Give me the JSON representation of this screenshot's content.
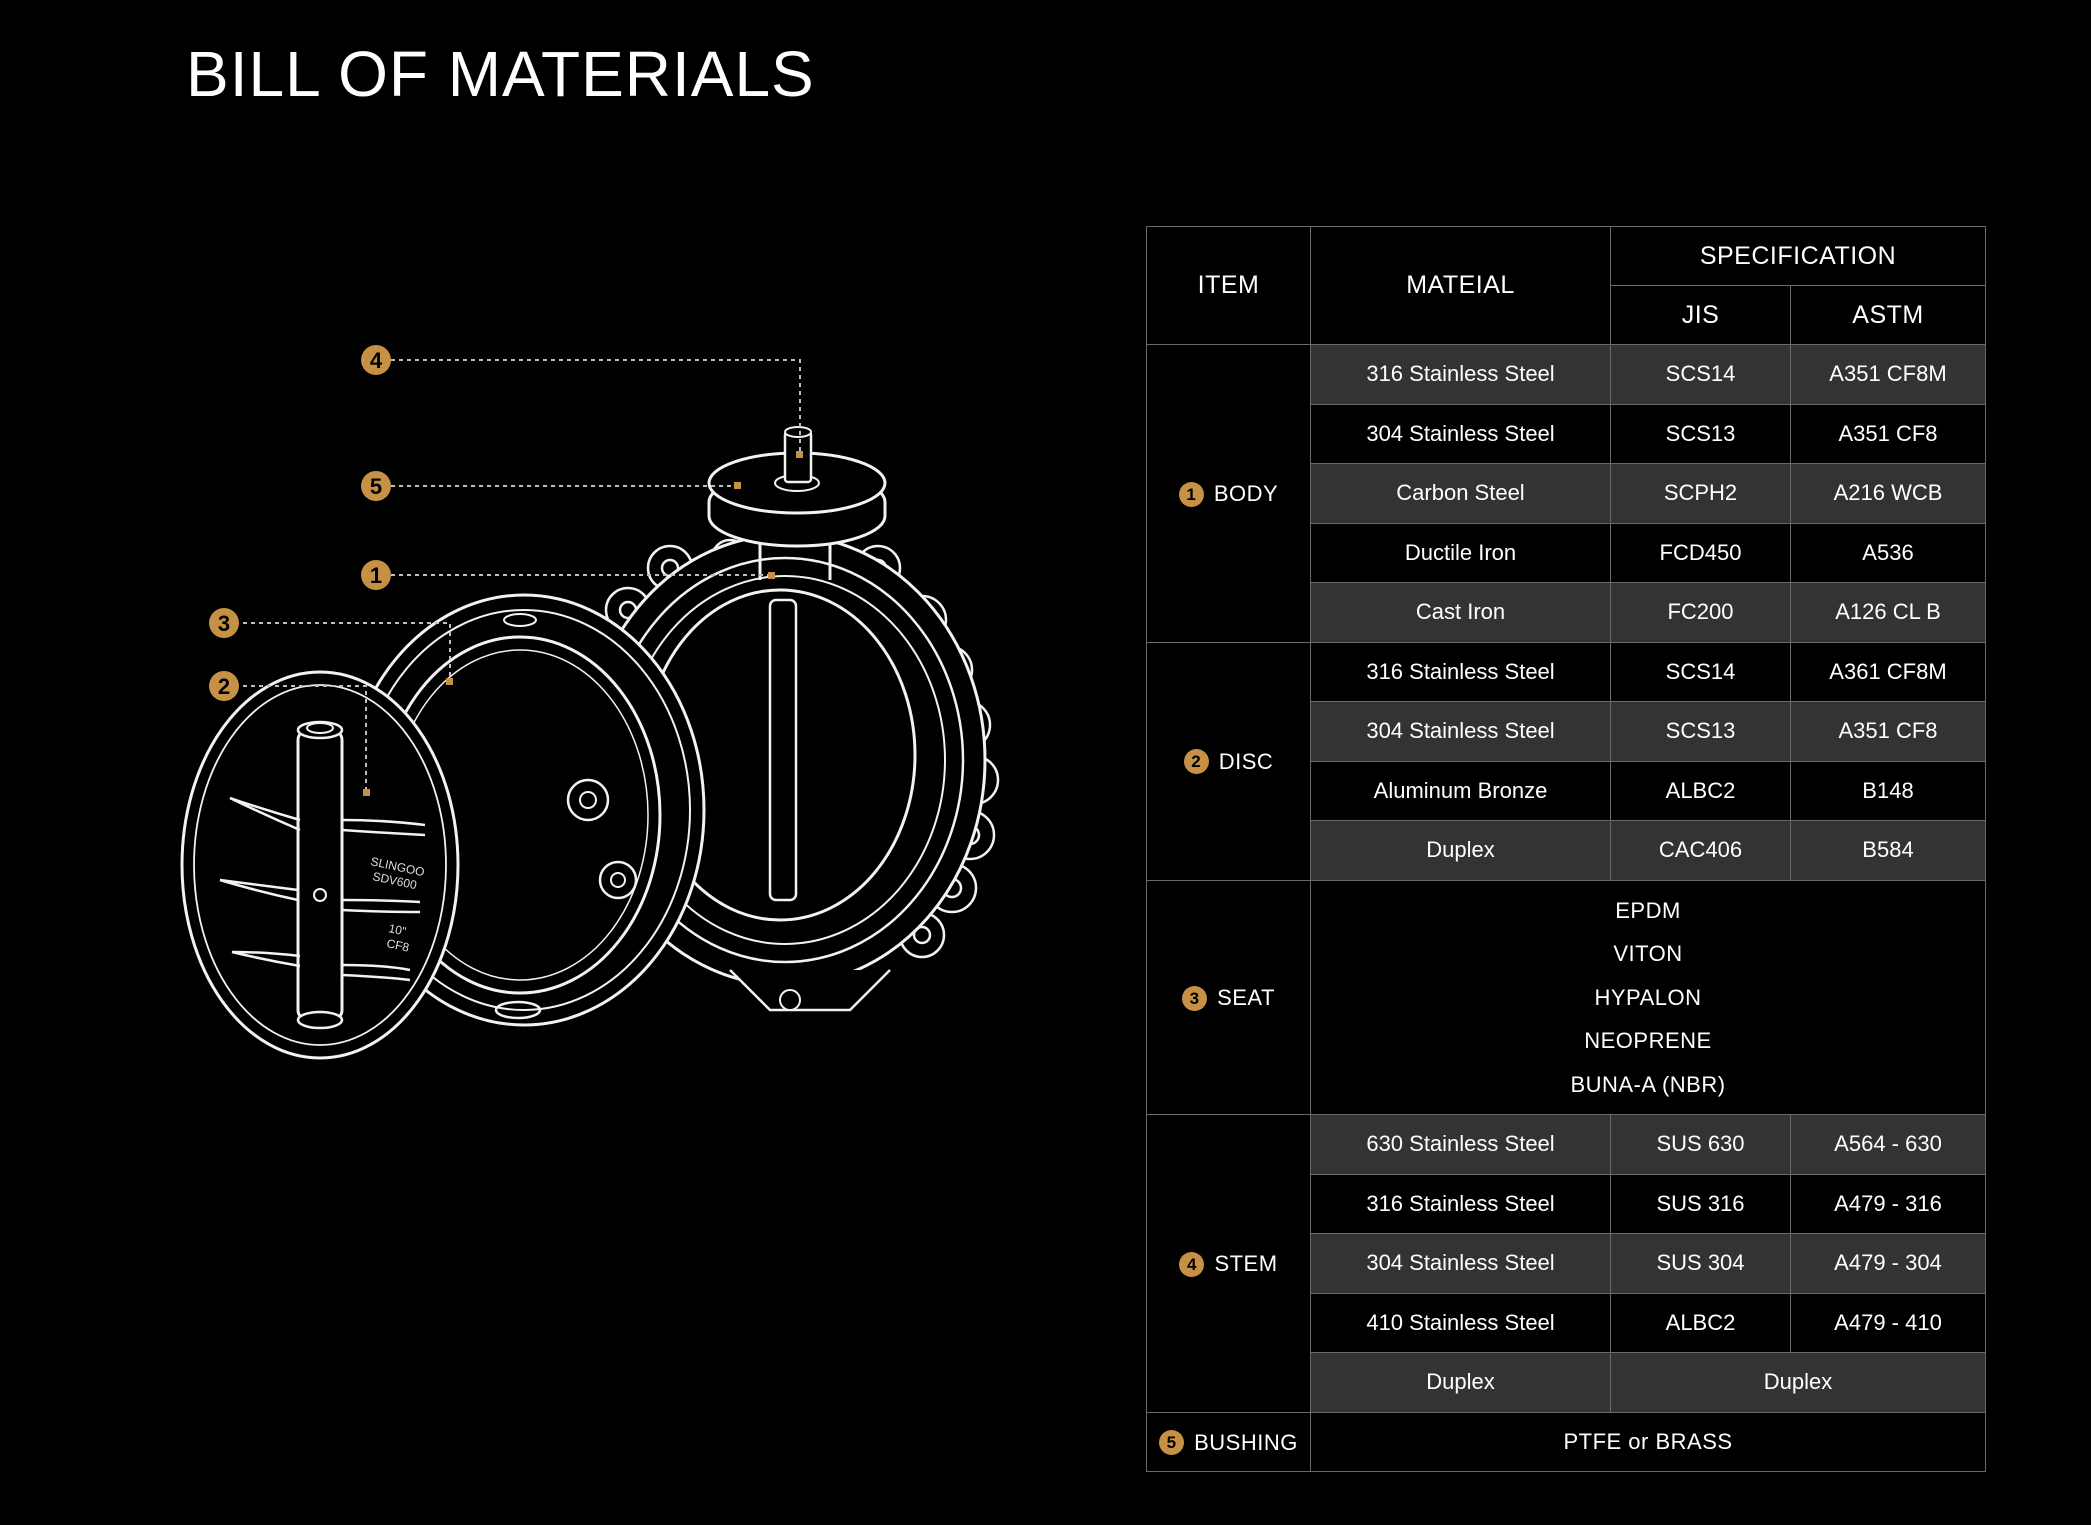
{
  "page": {
    "title": "BILL OF MATERIALS"
  },
  "colors": {
    "background": "#000000",
    "accent_gold": "#c69145",
    "row_shade": "#333333",
    "border": "#6a6a6a",
    "text": "#ffffff"
  },
  "diagram": {
    "callouts": [
      "4",
      "5",
      "1",
      "3",
      "2"
    ],
    "disc_marking_line1": "SLINGOO",
    "disc_marking_line2": "SDV600",
    "disc_marking_line3": "10\"",
    "disc_marking_line4": "CF8"
  },
  "table": {
    "headers": {
      "item": "ITEM",
      "material": "MATEIAL",
      "specification": "SPECIFICATION",
      "jis": "JIS",
      "astm": "ASTM"
    },
    "body": {
      "badge": "1",
      "label": "BODY",
      "rows": [
        {
          "material": "316 Stainless Steel",
          "jis": "SCS14",
          "astm": "A351 CF8M"
        },
        {
          "material": "304 Stainless Steel",
          "jis": "SCS13",
          "astm": "A351 CF8"
        },
        {
          "material": "Carbon Steel",
          "jis": "SCPH2",
          "astm": "A216 WCB"
        },
        {
          "material": "Ductile Iron",
          "jis": "FCD450",
          "astm": "A536"
        },
        {
          "material": "Cast Iron",
          "jis": "FC200",
          "astm": "A126 CL B"
        }
      ]
    },
    "disc": {
      "badge": "2",
      "label": "DISC",
      "rows": [
        {
          "material": "316 Stainless Steel",
          "jis": "SCS14",
          "astm": "A361 CF8M"
        },
        {
          "material": "304 Stainless Steel",
          "jis": "SCS13",
          "astm": "A351 CF8"
        },
        {
          "material": "Aluminum Bronze",
          "jis": "ALBC2",
          "astm": "B148"
        },
        {
          "material": "Duplex",
          "jis": "CAC406",
          "astm": "B584"
        }
      ]
    },
    "seat": {
      "badge": "3",
      "label": "SEAT",
      "materials": [
        "EPDM",
        "VITON",
        "HYPALON",
        "NEOPRENE",
        "BUNA-A (NBR)"
      ]
    },
    "stem": {
      "badge": "4",
      "label": "STEM",
      "rows": [
        {
          "material": "630 Stainless Steel",
          "jis": "SUS 630",
          "astm": "A564 - 630"
        },
        {
          "material": "316 Stainless Steel",
          "jis": "SUS 316",
          "astm": "A479 - 316"
        },
        {
          "material": "304 Stainless Steel",
          "jis": "SUS 304",
          "astm": "A479 - 304"
        },
        {
          "material": "410 Stainless Steel",
          "jis": "ALBC2",
          "astm": "A479 - 410"
        }
      ],
      "last_row": {
        "material": "Duplex",
        "spec": "Duplex"
      }
    },
    "bushing": {
      "badge": "5",
      "label": "BUSHING",
      "material": "PTFE or BRASS"
    }
  }
}
